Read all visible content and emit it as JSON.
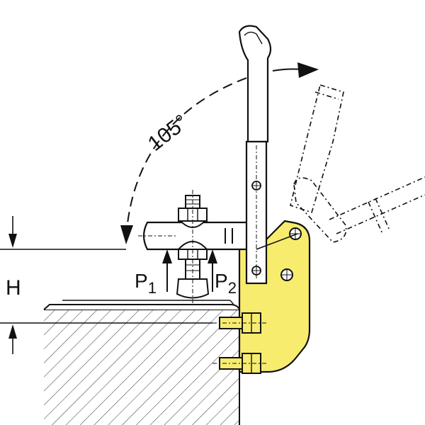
{
  "labels": {
    "angle": "105°",
    "height": "H",
    "p1_main": "P",
    "p1_sub": "1",
    "p2_main": "P",
    "p2_sub": "2"
  },
  "colors": {
    "stroke": "#111111",
    "bracket_fill": "#f7ec6e",
    "handle_fill": "#ffffff",
    "background": "#ffffff",
    "hatch": "#333333"
  }
}
